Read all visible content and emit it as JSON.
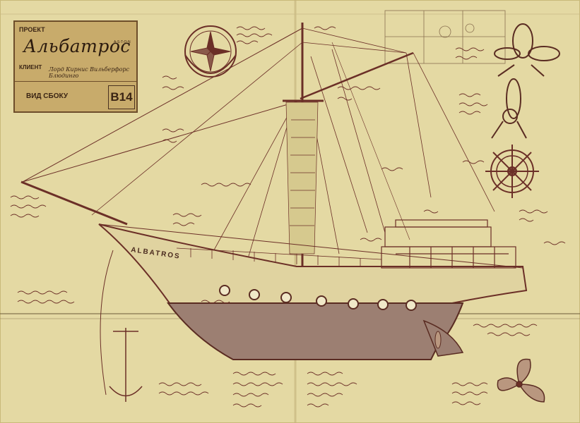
{
  "title_block": {
    "project_label": "ПРОЕКТ",
    "project_name": "Альбатрос",
    "client_label": "КЛИЕНТ",
    "client_name": "Лорд Кирнис Вильберфорс Блюдинго",
    "view_label": "ВИД СБОКУ",
    "sheet_code": "B14",
    "stamp_text": "A-S-T-O-N"
  },
  "hull_name": "ALBATROS",
  "illustrations": {
    "compass": "compass-rose-icon",
    "knot_1": "rope-knot-icon",
    "knot_2": "rope-knot-icon",
    "helm": "ship-wheel-icon",
    "anchor": "anchor-icon",
    "propeller": "propeller-icon"
  },
  "colors": {
    "paper": "#e4d9a3",
    "ink": "#6b2f27",
    "hull_fill": "#9c7f72",
    "title_block": "#c8ab6b"
  }
}
